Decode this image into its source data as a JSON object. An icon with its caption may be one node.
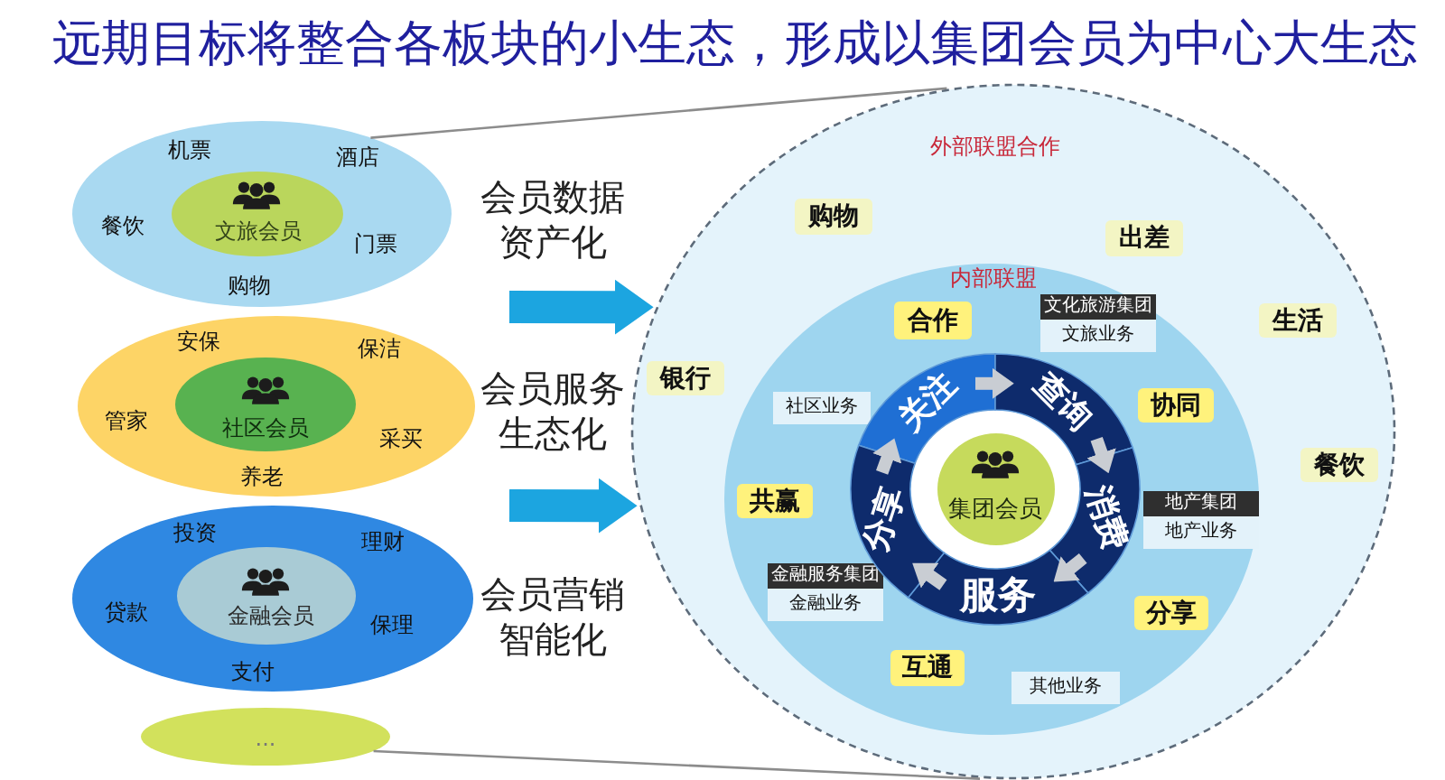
{
  "diagram": {
    "title": "远期目标将整合各板块的小生态，形成以集团会员为中心大生态",
    "nodes": [
      {
        "text": [
          "机票",
          "酒店",
          "餐饮",
          "门票",
          "购物"
        ]
      },
      {
        "text": [
          "文旅会员"
        ],
        "in": 0
      },
      {
        "text": [
          "安保",
          "保洁",
          "管家",
          "采买",
          "养老"
        ]
      },
      {
        "text": [
          "社区会员"
        ],
        "in": 2
      },
      {
        "text": [
          "投资",
          "理财",
          "贷款",
          "保理",
          "支付"
        ]
      },
      {
        "text": [
          "金融会员"
        ],
        "in": 4
      },
      {
        "text": [
          "..."
        ]
      },
      {
        "text": [
          "外部联盟合作"
        ]
      },
      {
        "text": [
          "购物"
        ],
        "in": 7
      },
      {
        "text": [
          "出差"
        ],
        "in": 7
      },
      {
        "text": [
          "银行"
        ],
        "in": 7
      },
      {
        "text": [
          "生活"
        ],
        "in": 7
      },
      {
        "text": [
          "餐饮"
        ],
        "in": 7
      },
      {
        "text": [
          "内部联盟"
        ],
        "in": 7
      },
      {
        "text": [
          "合作"
        ],
        "in": 13
      },
      {
        "text": [
          "文化旅游集团",
          "文旅业务"
        ],
        "in": 13
      },
      {
        "text": [
          "社区业务"
        ],
        "in": 13
      },
      {
        "text": [
          "协同"
        ],
        "in": 13
      },
      {
        "text": [
          "共赢"
        ],
        "in": 13
      },
      {
        "text": [
          "地产集团",
          "地产业务"
        ],
        "in": 13
      },
      {
        "text": [
          "金融服务集团",
          "金融业务"
        ],
        "in": 13
      },
      {
        "text": [
          "分享"
        ],
        "in": 13
      },
      {
        "text": [
          "互通"
        ],
        "in": 13
      },
      {
        "text": [
          "其他业务"
        ],
        "in": 13
      },
      {
        "text": [
          "关注"
        ],
        "in": 13
      },
      {
        "text": [
          "查询"
        ],
        "in": 13
      },
      {
        "text": [
          "消费"
        ],
        "in": 13
      },
      {
        "text": [
          "服务"
        ],
        "in": 13
      },
      {
        "text": [
          "分享"
        ],
        "in": 13
      },
      {
        "text": [
          "集团会员"
        ],
        "in": 13
      }
    ],
    "edges": [
      {
        "from": 0,
        "to": 7,
        "arrow": "none"
      },
      {
        "from": 6,
        "to": 7,
        "arrow": "none"
      },
      {
        "from": null,
        "to": 7,
        "arrow": "to",
        "style": "thick",
        "color": "#1ca5e0"
      },
      {
        "from": null,
        "to": 7,
        "arrow": "to",
        "style": "thick",
        "color": "#1ca5e0"
      },
      {
        "from": 24,
        "to": 25,
        "arrow": "to",
        "color": "#c9cdd3"
      },
      {
        "from": 25,
        "to": 26,
        "arrow": "to",
        "color": "#c9cdd3"
      },
      {
        "from": 26,
        "to": 27,
        "arrow": "to",
        "color": "#c9cdd3"
      },
      {
        "from": 27,
        "to": 28,
        "arrow": "to",
        "color": "#c9cdd3"
      },
      {
        "from": 28,
        "to": 24,
        "arrow": "to",
        "color": "#c9cdd3"
      }
    ],
    "labels": [
      "会员数据资产化",
      "会员服务生态化",
      "会员营销智能化"
    ]
  }
}
